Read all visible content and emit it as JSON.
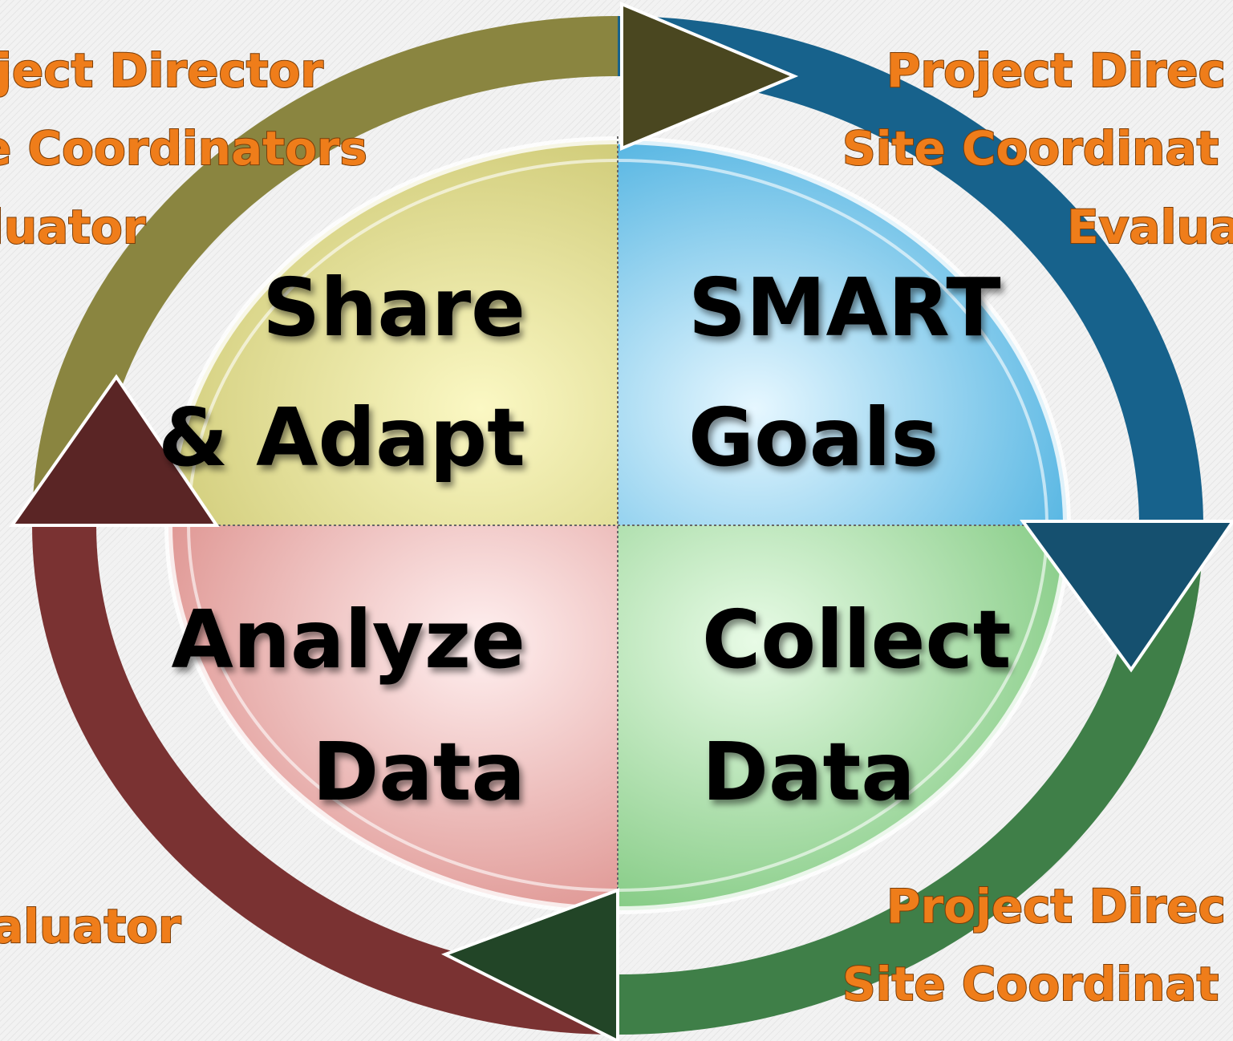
{
  "quadrants": {
    "top_left": {
      "line1": "Share",
      "line2": "& Adapt",
      "color": "#e8e48c"
    },
    "top_right": {
      "line1": "SMART",
      "line2": "Goals",
      "color": "#6cc7ee"
    },
    "bottom_left": {
      "line1": "Analyze",
      "line2": "Data",
      "color": "#e8a3a0"
    },
    "bottom_right": {
      "line1": "Collect",
      "line2": "Data",
      "color": "#9fdc9f"
    }
  },
  "role_labels": {
    "top_left": [
      "ject Director",
      "e Coordinators",
      "luator"
    ],
    "top_right": [
      "Project Direc",
      "Site Coordinat",
      "Evalua"
    ],
    "bottom_left": [
      "aluator"
    ],
    "bottom_right": [
      "Project Direc",
      "Site Coordinat"
    ]
  },
  "arrows": {
    "top": {
      "color": "#5e5a2a"
    },
    "right": {
      "color": "#1f6d94"
    },
    "bottom": {
      "color": "#2f5f35"
    },
    "left": {
      "color": "#6b2a2a"
    }
  },
  "label_color": "#ef7d1a"
}
